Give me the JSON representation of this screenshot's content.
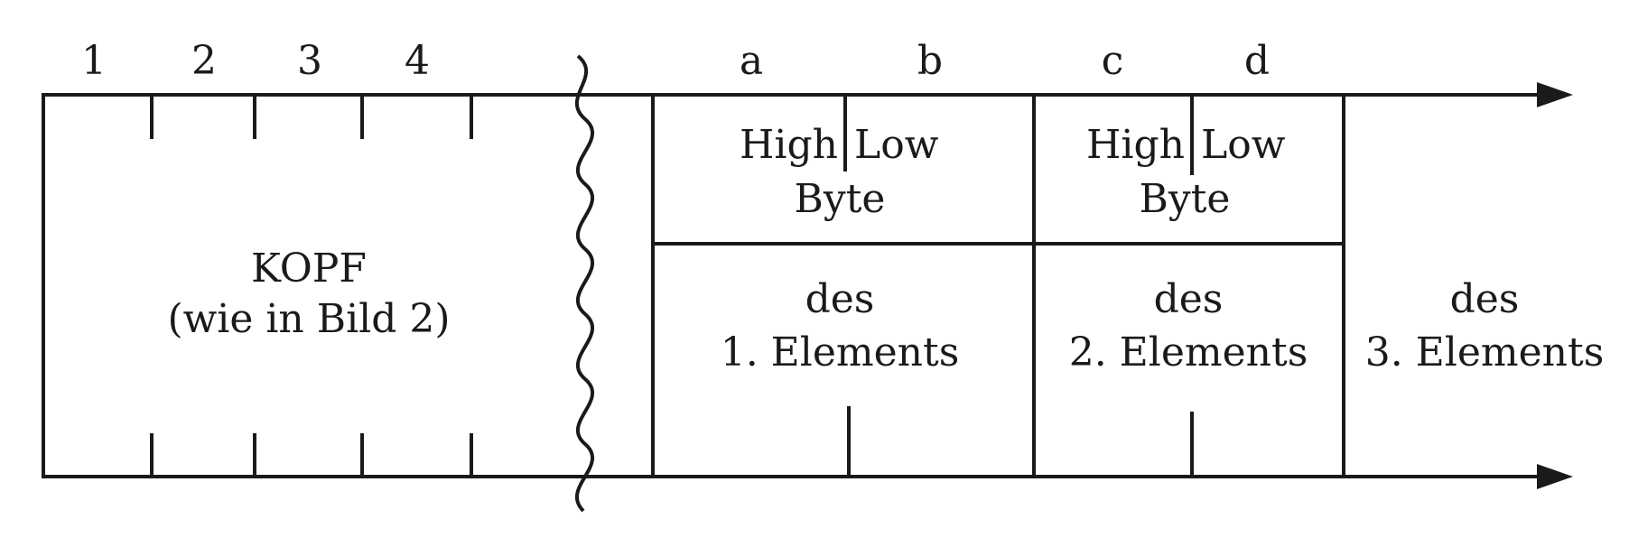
{
  "top_labels": {
    "n1": "1",
    "n2": "2",
    "n3": "3",
    "n4": "4",
    "a": "a",
    "b": "b",
    "c": "c",
    "d": "d"
  },
  "header_box": {
    "line1": "KOPF",
    "line2": "(wie in Bild 2)"
  },
  "element1": {
    "high": "High",
    "low": "Low",
    "byte": "Byte",
    "des": "des",
    "name": "1. Elements"
  },
  "element2": {
    "high": "High",
    "low": "Low",
    "byte": "Byte",
    "des": "des",
    "name": "2. Elements"
  },
  "element3": {
    "des": "des",
    "name": "3. Elements"
  }
}
